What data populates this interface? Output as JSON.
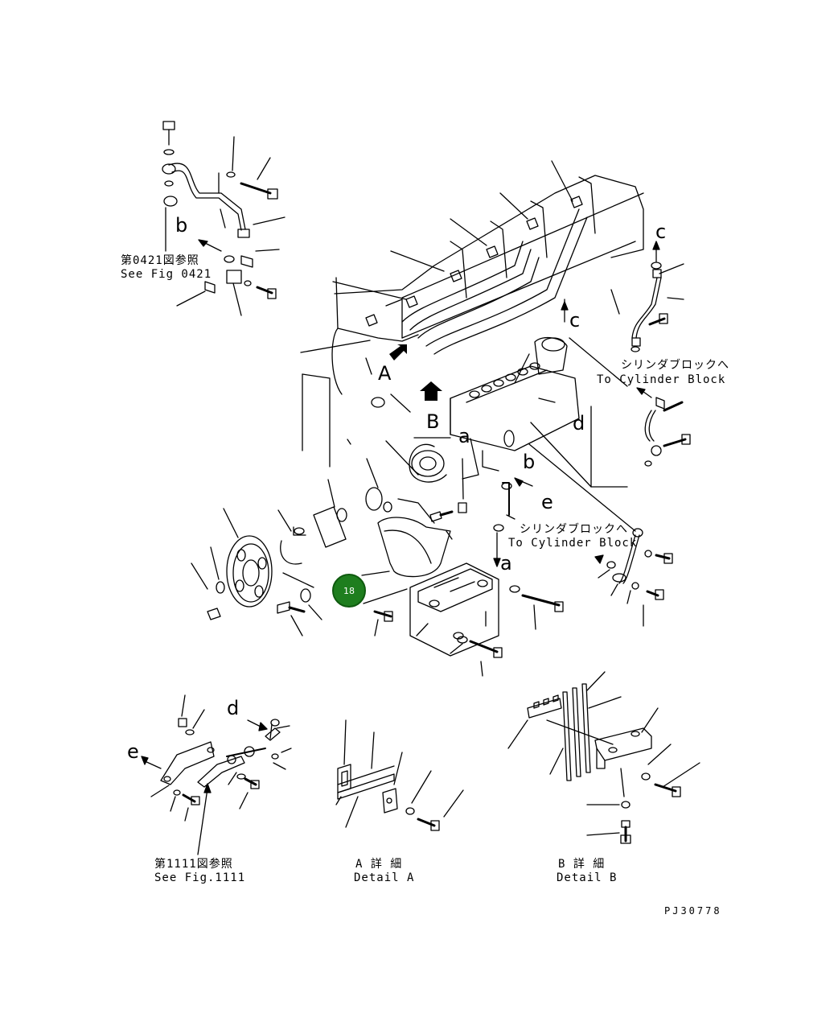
{
  "callouts": {
    "a1": "a",
    "a2": "a",
    "b1": "b",
    "b2": "b",
    "c1": "c",
    "c2": "c",
    "d1": "d",
    "d2": "d",
    "e1": "e",
    "e2": "e",
    "A": "A",
    "B": "B"
  },
  "references": {
    "fig0421_jp": "第0421図参照",
    "fig0421_en": "See Fig 0421",
    "fig1111_jp": "第1111図参照",
    "fig1111_en": "See Fig.1111"
  },
  "destinations": {
    "cyl1_jp": "シリンダブロックへ",
    "cyl1_en": "To Cylinder Block",
    "cyl2_jp": "シリンダブロックへ",
    "cyl2_en": "To Cylinder Block"
  },
  "details": {
    "a_jp": "A 詳 細",
    "a_en": "Detail A",
    "b_jp": "B 詳 細",
    "b_en": "Detail B"
  },
  "drawing_code": "PJ30778",
  "hotspot": {
    "number": "18",
    "color": "#1e7e1e"
  }
}
